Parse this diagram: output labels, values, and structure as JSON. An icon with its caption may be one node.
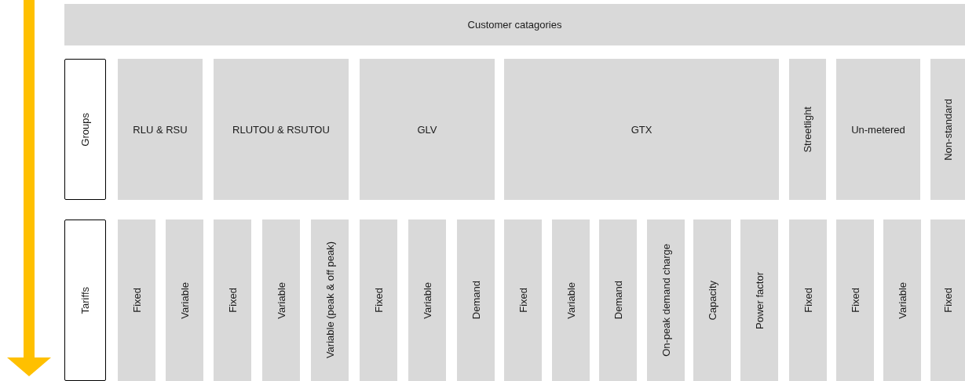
{
  "diagram": {
    "nodes": [
      {
        "text": [
          "Customer catagories"
        ]
      },
      {
        "text": [
          "Groups"
        ]
      },
      {
        "text": [
          "RLU & RSU"
        ]
      },
      {
        "text": [
          "RLUTOU & RSUTOU"
        ]
      },
      {
        "text": [
          "GLV"
        ]
      },
      {
        "text": [
          "GTX"
        ]
      },
      {
        "text": [
          "Streetlight"
        ]
      },
      {
        "text": [
          "Un-metered"
        ]
      },
      {
        "text": [
          "Non-standard"
        ]
      },
      {
        "text": [
          "Tariffs"
        ]
      },
      {
        "text": [
          "Fixed"
        ]
      },
      {
        "text": [
          "Variable"
        ]
      },
      {
        "text": [
          "Fixed"
        ]
      },
      {
        "text": [
          "Variable"
        ]
      },
      {
        "text": [
          "Variable (peak & off peak)"
        ]
      },
      {
        "text": [
          "Fixed"
        ]
      },
      {
        "text": [
          "Variable"
        ]
      },
      {
        "text": [
          "Demand"
        ]
      },
      {
        "text": [
          "Fixed"
        ]
      },
      {
        "text": [
          "Variable"
        ]
      },
      {
        "text": [
          "Demand"
        ]
      },
      {
        "text": [
          "On-peak demand charge"
        ]
      },
      {
        "text": [
          "Capacity"
        ]
      },
      {
        "text": [
          "Power factor"
        ]
      },
      {
        "text": [
          "Fixed"
        ]
      },
      {
        "text": [
          "Fixed"
        ]
      },
      {
        "text": [
          "Variable"
        ]
      },
      {
        "text": [
          "Fixed"
        ]
      }
    ],
    "edges": []
  }
}
